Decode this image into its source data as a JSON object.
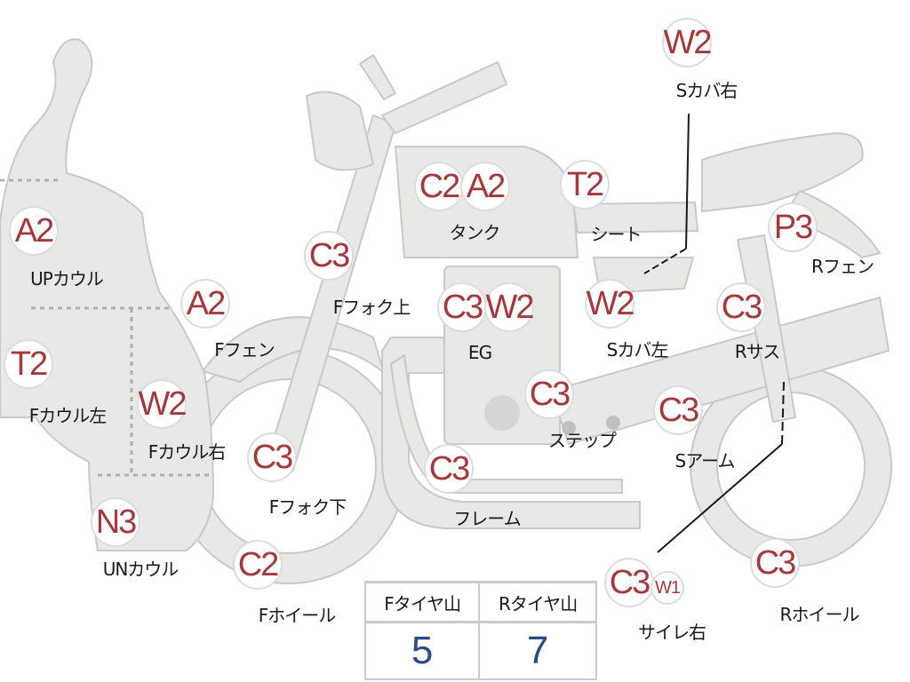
{
  "parts": [
    {
      "id": "upcowl",
      "label": "UPカウル",
      "grades": [
        "A2"
      ]
    },
    {
      "id": "fcowl-left",
      "label": "Fカウル左",
      "grades": [
        "T2"
      ]
    },
    {
      "id": "fcowl-right",
      "label": "Fカウル右",
      "grades": [
        "W2"
      ]
    },
    {
      "id": "uncowl",
      "label": "UNカウル",
      "grades": [
        "N3"
      ]
    },
    {
      "id": "ffender",
      "label": "Fフェン",
      "grades": [
        "A2"
      ]
    },
    {
      "id": "ffork-upper",
      "label": "Fフォク上",
      "grades": [
        "C3"
      ]
    },
    {
      "id": "ffork-lower",
      "label": "Fフォク下",
      "grades": [
        "C3"
      ]
    },
    {
      "id": "fwheel",
      "label": "Fホイール",
      "grades": [
        "C2"
      ]
    },
    {
      "id": "tank",
      "label": "タンク",
      "grades": [
        "C2",
        "A2"
      ]
    },
    {
      "id": "engine",
      "label": "EG",
      "grades": [
        "C3",
        "W2"
      ]
    },
    {
      "id": "frame",
      "label": "フレーム",
      "grades": [
        "C3"
      ]
    },
    {
      "id": "step",
      "label": "ステップ",
      "grades": [
        "C3"
      ]
    },
    {
      "id": "seat",
      "label": "シート",
      "grades": [
        "T2"
      ]
    },
    {
      "id": "scover-right",
      "label": "Sカバ右",
      "grades": [
        "W2"
      ]
    },
    {
      "id": "scover-left",
      "label": "Sカバ左",
      "grades": [
        "W2"
      ]
    },
    {
      "id": "rfender",
      "label": "Rフェン",
      "grades": [
        "P3"
      ]
    },
    {
      "id": "rsus",
      "label": "Rサス",
      "grades": [
        "C3"
      ]
    },
    {
      "id": "sarm",
      "label": "Sアーム",
      "grades": [
        "C3"
      ]
    },
    {
      "id": "muffler-right",
      "label": "サイレ右",
      "grades": [
        "C3",
        "W1"
      ]
    },
    {
      "id": "rwheel",
      "label": "Rホイール",
      "grades": [
        "C3"
      ]
    }
  ],
  "tyres": {
    "headers": [
      "Fタイヤ山",
      "Rタイヤ山"
    ],
    "values": [
      "5",
      "7"
    ]
  },
  "colors": {
    "body_fill": "#e8e8e6",
    "body_stroke": "#c9c9c9",
    "grade_text": "#a3393c",
    "tyre_value": "#2b4a86"
  }
}
